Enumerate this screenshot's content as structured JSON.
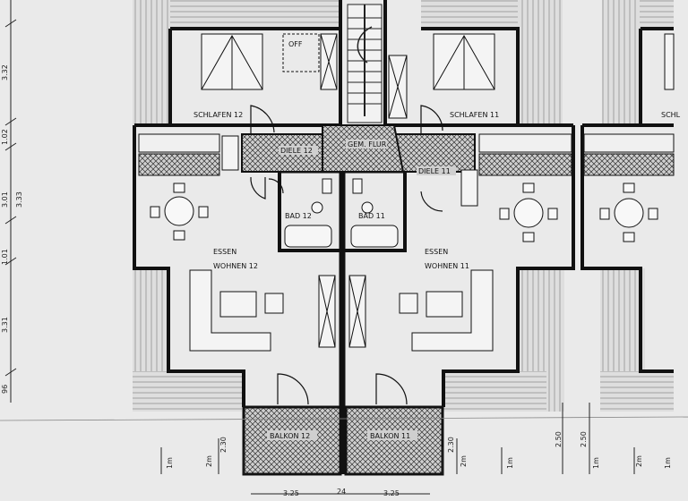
{
  "rooms": {
    "schlafen_12": "SCHLAFEN 12",
    "schlafen_11": "SCHLAFEN 11",
    "schlafen_10_partial": "SCHL",
    "off": "OFF",
    "diele_12": "DIELE 12",
    "diele_11": "DIELE 11",
    "gem_flur": "GEM. FLUR",
    "bad_12": "BAD 12",
    "bad_11": "BAD 11",
    "essen_12": "ESSEN",
    "wohnen_12": "WOHNEN 12",
    "essen_11": "ESSEN",
    "wohnen_11": "WOHNEN 11",
    "balkon_12": "BALKON 12",
    "balkon_11": "BALKON 11"
  },
  "dimensions": {
    "left": [
      "3.32",
      "1.02",
      "3.01",
      "3.33",
      "1.01",
      "3.31",
      "96"
    ],
    "bottom": [
      "1m",
      "2m",
      "2.30",
      "3.25",
      "24",
      "3.25",
      "2.30",
      "2m",
      "1m",
      "2.50",
      "2.50",
      "1m",
      "2m",
      "1m"
    ]
  }
}
